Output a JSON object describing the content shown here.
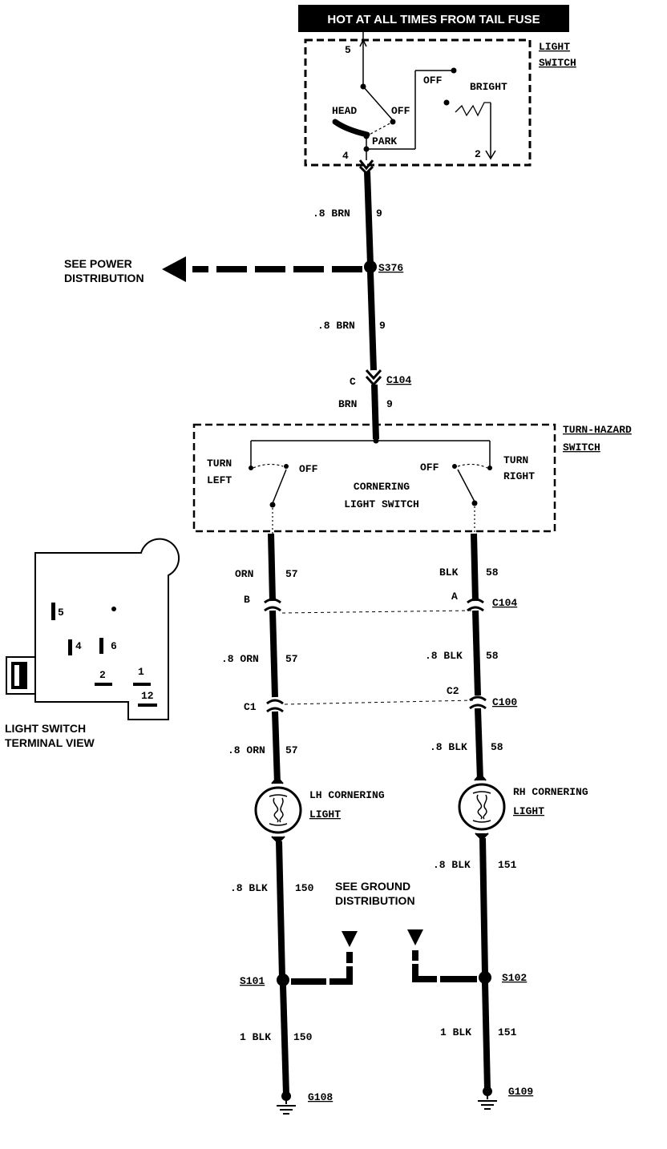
{
  "header": {
    "fuse_text": "HOT AT ALL TIMES FROM TAIL FUSE"
  },
  "light_switch": {
    "name_line1": "LIGHT",
    "name_line2": "SWITCH",
    "pos_head": "HEAD",
    "pos_off": "OFF",
    "pos_park": "PARK",
    "dim_off": "OFF",
    "dim_bright": "BRIGHT",
    "pin_5": "5",
    "pin_4": "4",
    "pin_2": "2"
  },
  "wire_top_1": {
    "gauge_color": ".8 BRN",
    "circuit": "9"
  },
  "splice_s376": {
    "id": "S376",
    "ref_line1": "SEE POWER",
    "ref_line2": "DISTRIBUTION"
  },
  "wire_top_2": {
    "gauge_color": ".8 BRN",
    "circuit": "9"
  },
  "connector_c104_top": {
    "pin": "C",
    "id": "C104"
  },
  "wire_top_3": {
    "gauge_color": "BRN",
    "circuit": "9"
  },
  "turn_hazard": {
    "name_line1": "TURN-HAZARD",
    "name_line2": "SWITCH",
    "left_line1": "TURN",
    "left_line2": "LEFT",
    "left_off": "OFF",
    "right_off": "OFF",
    "right_line1": "TURN",
    "right_line2": "RIGHT",
    "center_line1": "CORNERING",
    "center_line2": "LIGHT SWITCH"
  },
  "left_branch": {
    "w1_color": "ORN",
    "w1_circuit": "57",
    "c104_pin": "B",
    "w2_color": ".8 ORN",
    "w2_circuit": "57",
    "c100_pin": "C1",
    "w3_color": ".8 ORN",
    "w3_circuit": "57",
    "lamp_line1": "LH CORNERING",
    "lamp_line2": "LIGHT",
    "w4_color": ".8 BLK",
    "w4_circuit": "150",
    "splice": "S101",
    "w5_color": "1 BLK",
    "w5_circuit": "150",
    "ground": "G108"
  },
  "right_branch": {
    "w1_color": "BLK",
    "w1_circuit": "58",
    "c104_pin": "A",
    "c104_id": "C104",
    "w2_color": ".8 BLK",
    "w2_circuit": "58",
    "c100_pin": "C2",
    "c100_id": "C100",
    "w3_color": ".8 BLK",
    "w3_circuit": "58",
    "lamp_line1": "RH CORNERING",
    "lamp_line2": "LIGHT",
    "w4_color": ".8 BLK",
    "w4_circuit": "151",
    "splice": "S102",
    "w5_color": "1 BLK",
    "w5_circuit": "151",
    "ground": "G109"
  },
  "ground_ref": {
    "line1": "SEE GROUND",
    "line2": "DISTRIBUTION"
  },
  "terminal_view": {
    "caption_line1": "LIGHT SWITCH",
    "caption_line2": "TERMINAL VIEW",
    "t5": "5",
    "t4": "4",
    "t6": "6",
    "t2": "2",
    "t1": "1",
    "t12": "12"
  }
}
